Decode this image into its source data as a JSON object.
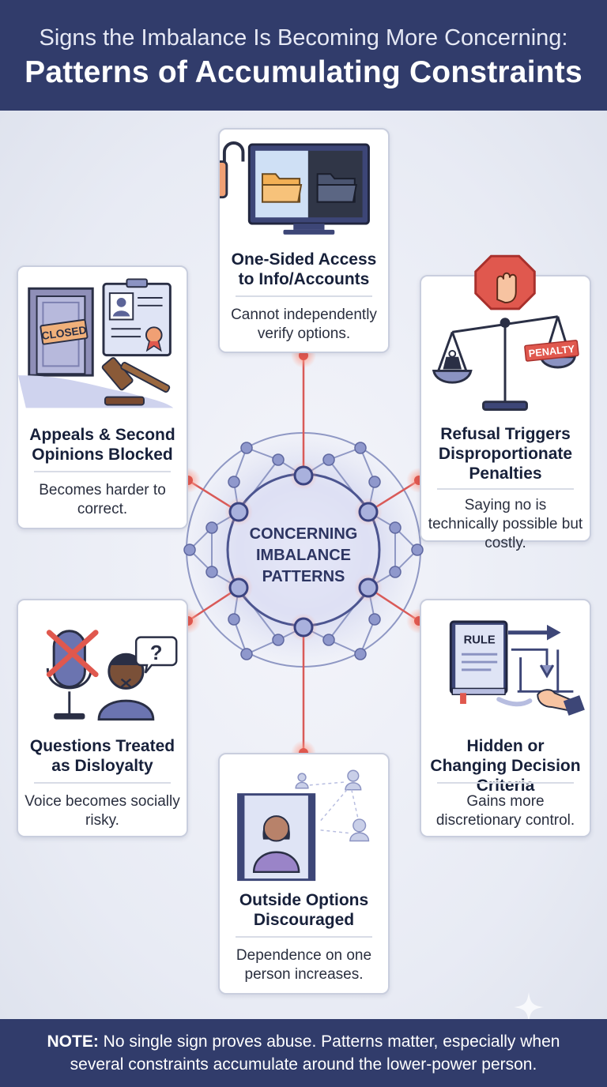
{
  "header": {
    "subtitle": "Signs the Imbalance Is Becoming More Concerning:",
    "title": "Patterns of Accumulating Constraints"
  },
  "center": {
    "line1": "CONCERNING",
    "line2": "IMBALANCE",
    "line3": "PATTERNS"
  },
  "cards": {
    "access": {
      "title": "One-Sided Access to Info/Accounts",
      "desc": "Cannot independently verify options."
    },
    "appeals": {
      "title": "Appeals & Second Opinions Blocked",
      "desc": "Becomes harder to correct.",
      "sign": "CLOSED"
    },
    "refusal": {
      "title": "Refusal Triggers Disproportionate Penalties",
      "desc": "Saying no is technically possible but costly.",
      "tag": "PENALTY"
    },
    "questions": {
      "title": "Questions Treated as Disloyalty",
      "desc": "Voice becomes socially risky.",
      "bubble": "?"
    },
    "hidden": {
      "title": "Hidden or Changing Decision Criteria",
      "desc": "Gains more discretionary control.",
      "book": "RULE"
    },
    "outside": {
      "title": "Outside Options Discouraged",
      "desc": "Dependence on one person increases."
    }
  },
  "footer": {
    "note_label": "NOTE:",
    "note_line1": " No single sign proves abuse. Patterns matter, especially when",
    "note_line2": "several constraints accumulate around the lower-power person."
  },
  "colors": {
    "header_bg": "#313c6b",
    "accent_red": "#e0584e",
    "node_blue": "#8c96c8",
    "ring": "#4c5590"
  }
}
